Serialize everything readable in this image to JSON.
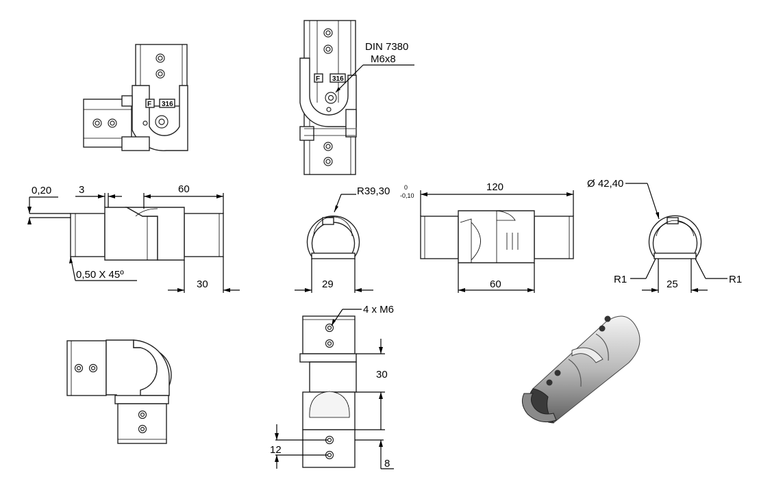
{
  "colors": {
    "line": "#000000",
    "metal_light": "#e8e8e8",
    "metal_dark": "#6e6e6e"
  },
  "callouts": {
    "din_label_1": "DIN 7380",
    "din_label_2": "M6x8",
    "mark_f": "F",
    "mark_316": "316",
    "holes_label": "4 x M6"
  },
  "dimensions": {
    "d_0_20": "0,20",
    "d_3": "3",
    "d_60_top": "60",
    "d_chamfer": "0,50 X 45º",
    "d_30_side": "30",
    "d_radius": "R39,30",
    "d_radius_tol_upper": "0",
    "d_radius_tol_lower": "-0,10",
    "d_29": "29",
    "d_120": "120",
    "d_60_bottom": "60",
    "d_dia": "Ø 42,40",
    "d_r1_left": "R1",
    "d_r1_right": "R1",
    "d_25": "25",
    "d_30_front": "30",
    "d_12": "12",
    "d_8": "8"
  }
}
